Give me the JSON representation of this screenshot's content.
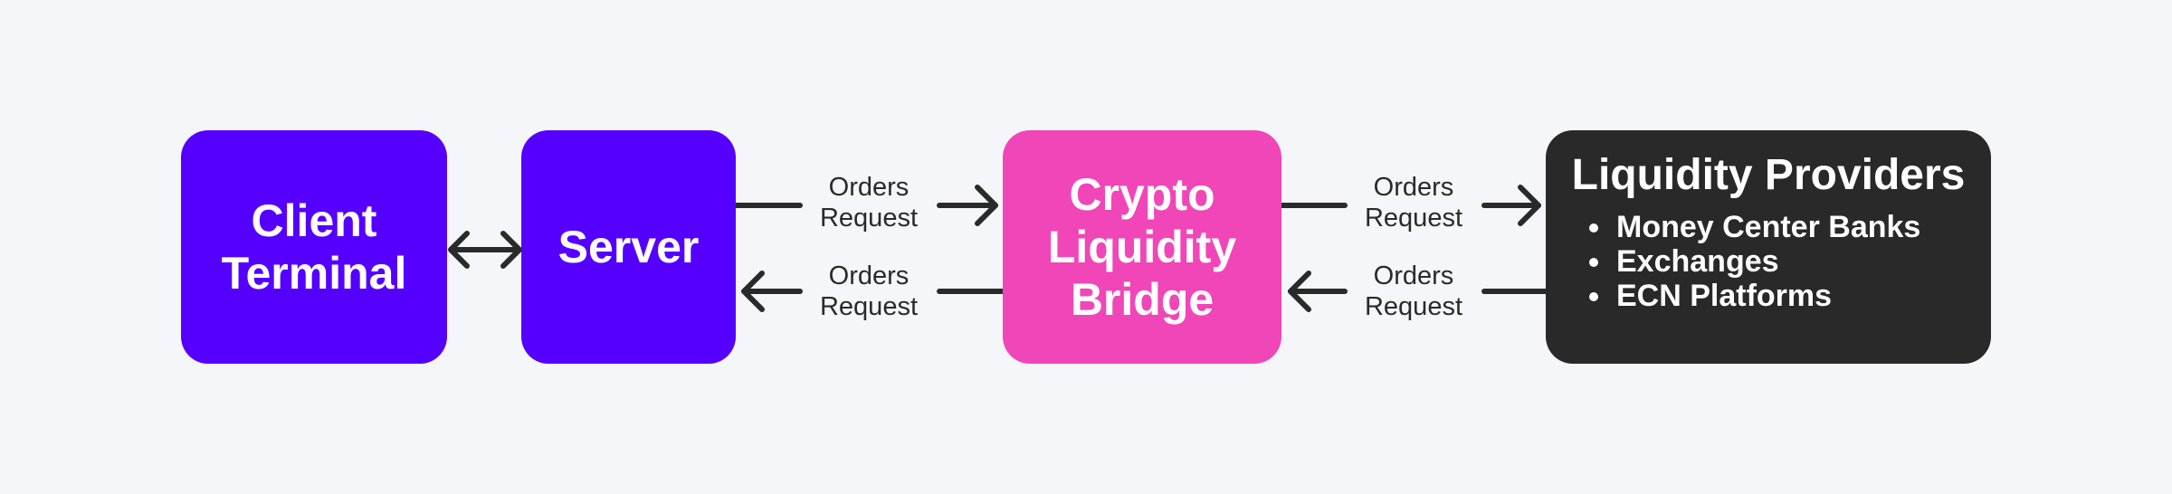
{
  "nodes": {
    "client": {
      "title_lines": [
        "Client",
        "Terminal"
      ],
      "color": "#5500ff"
    },
    "server": {
      "title_lines": [
        "Server"
      ],
      "color": "#5500ff"
    },
    "bridge": {
      "title_lines": [
        "Crypto",
        "Liquidity",
        "Bridge"
      ],
      "color": "#f046b8"
    },
    "providers": {
      "title": "Liquidity Providers",
      "color": "#292929",
      "items": [
        "Money Center Banks",
        "Exchanges",
        "ECN Platforms"
      ]
    }
  },
  "edges": {
    "server_to_bridge": [
      "Orders",
      "Request"
    ],
    "bridge_to_server": [
      "Orders",
      "Request"
    ],
    "bridge_to_providers": [
      "Orders",
      "Request"
    ],
    "providers_to_bridge": [
      "Orders",
      "Request"
    ]
  },
  "colors": {
    "arrow": "#2a2a2a",
    "background": "#f5f6fa"
  }
}
